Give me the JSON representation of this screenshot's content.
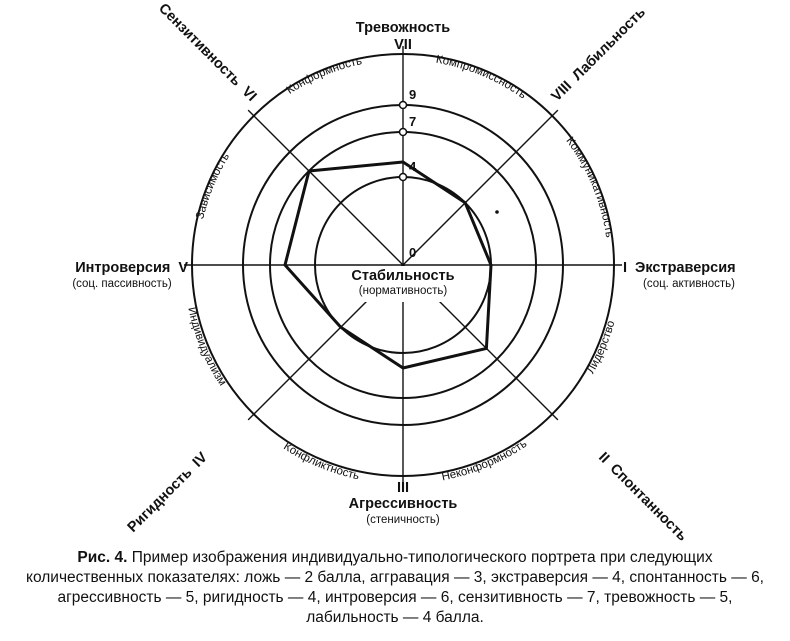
{
  "center": {
    "title": "Стабильность",
    "subtitle": "(нормативность)"
  },
  "axes": [
    {
      "roman": "I",
      "name": "Экстраверсия",
      "sub": "(соц. активность)",
      "value": 4
    },
    {
      "roman": "II",
      "name": "Спонтанность",
      "sub": "",
      "value": 6
    },
    {
      "roman": "III",
      "name": "Агрессивность",
      "sub": "(стеничность)",
      "value": 5
    },
    {
      "roman": "IV",
      "name": "Ригидность",
      "sub": "",
      "value": 4
    },
    {
      "roman": "V",
      "name": "Интроверсия",
      "sub": "(соц. пассивность)",
      "value": 6
    },
    {
      "roman": "VI",
      "name": "Сензитивность",
      "sub": "",
      "value": 7
    },
    {
      "roman": "VII",
      "name": "Тревожность",
      "sub": "",
      "value": 5
    },
    {
      "roman": "VIII",
      "name": "Лабильность",
      "sub": "",
      "value": 4
    }
  ],
  "between": [
    "Лидерство",
    "Неконформность",
    "Конфликтность",
    "Индивидуализм",
    "Зависимость",
    "Конформность",
    "Компромиссность",
    "Коммуникативность"
  ],
  "scale": [
    "0",
    "4",
    "7",
    "9"
  ],
  "caption": {
    "label": "Рис. 4.",
    "text": "Пример изображения индивидуально-типологического портрета при следующих количественных показателях: ложь — 2 балла, аггравация — 3, экстраверсия — 4, спонтанность — 6, агрессивность — 5, ригидность — 4, интроверсия — 6, сензитивность — 7, тревожность — 5, лабильность — 4 балла."
  }
}
